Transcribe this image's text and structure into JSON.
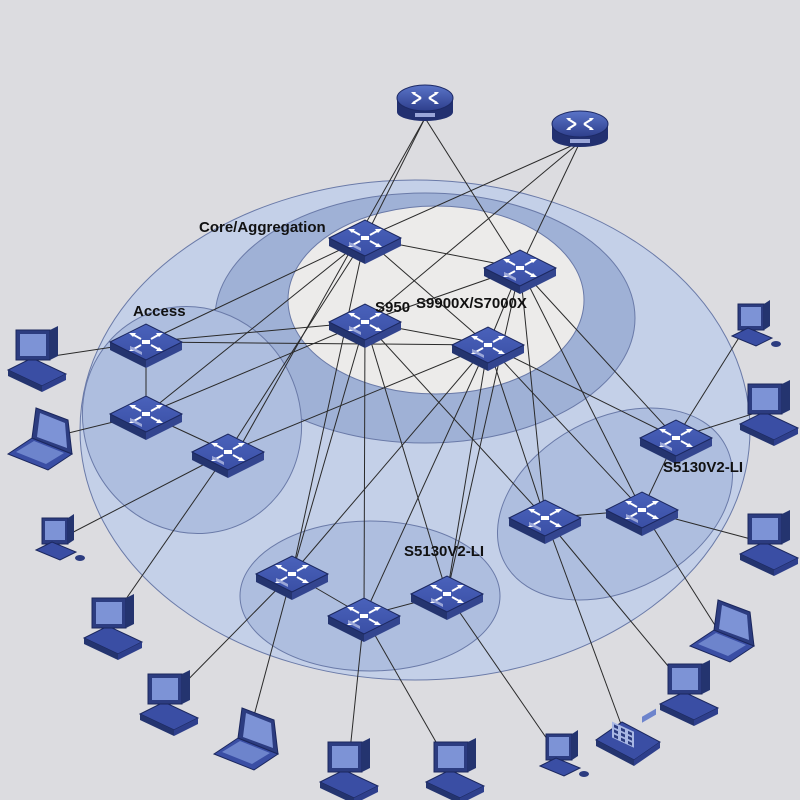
{
  "labels": {
    "core": "Core/Aggregation",
    "access": "Access",
    "core_model_partial": "S950",
    "core_model": "S9900X/S7000X",
    "access_right": "S5130V2-LI",
    "access_bottom": "S5130V2-LI"
  },
  "colors": {
    "background": "#dcdce0",
    "outer_ellipse": "#c4d0e8",
    "ring_ellipse": "#9fb1d6",
    "core_center": "#ecebea",
    "zone": "#aebedf",
    "device": "#3b50a8"
  },
  "icons": {
    "router": "router-icon",
    "switch": "switch-icon",
    "pc": "desktop-pc-icon",
    "laptop": "laptop-icon",
    "phone": "ip-phone-icon"
  }
}
